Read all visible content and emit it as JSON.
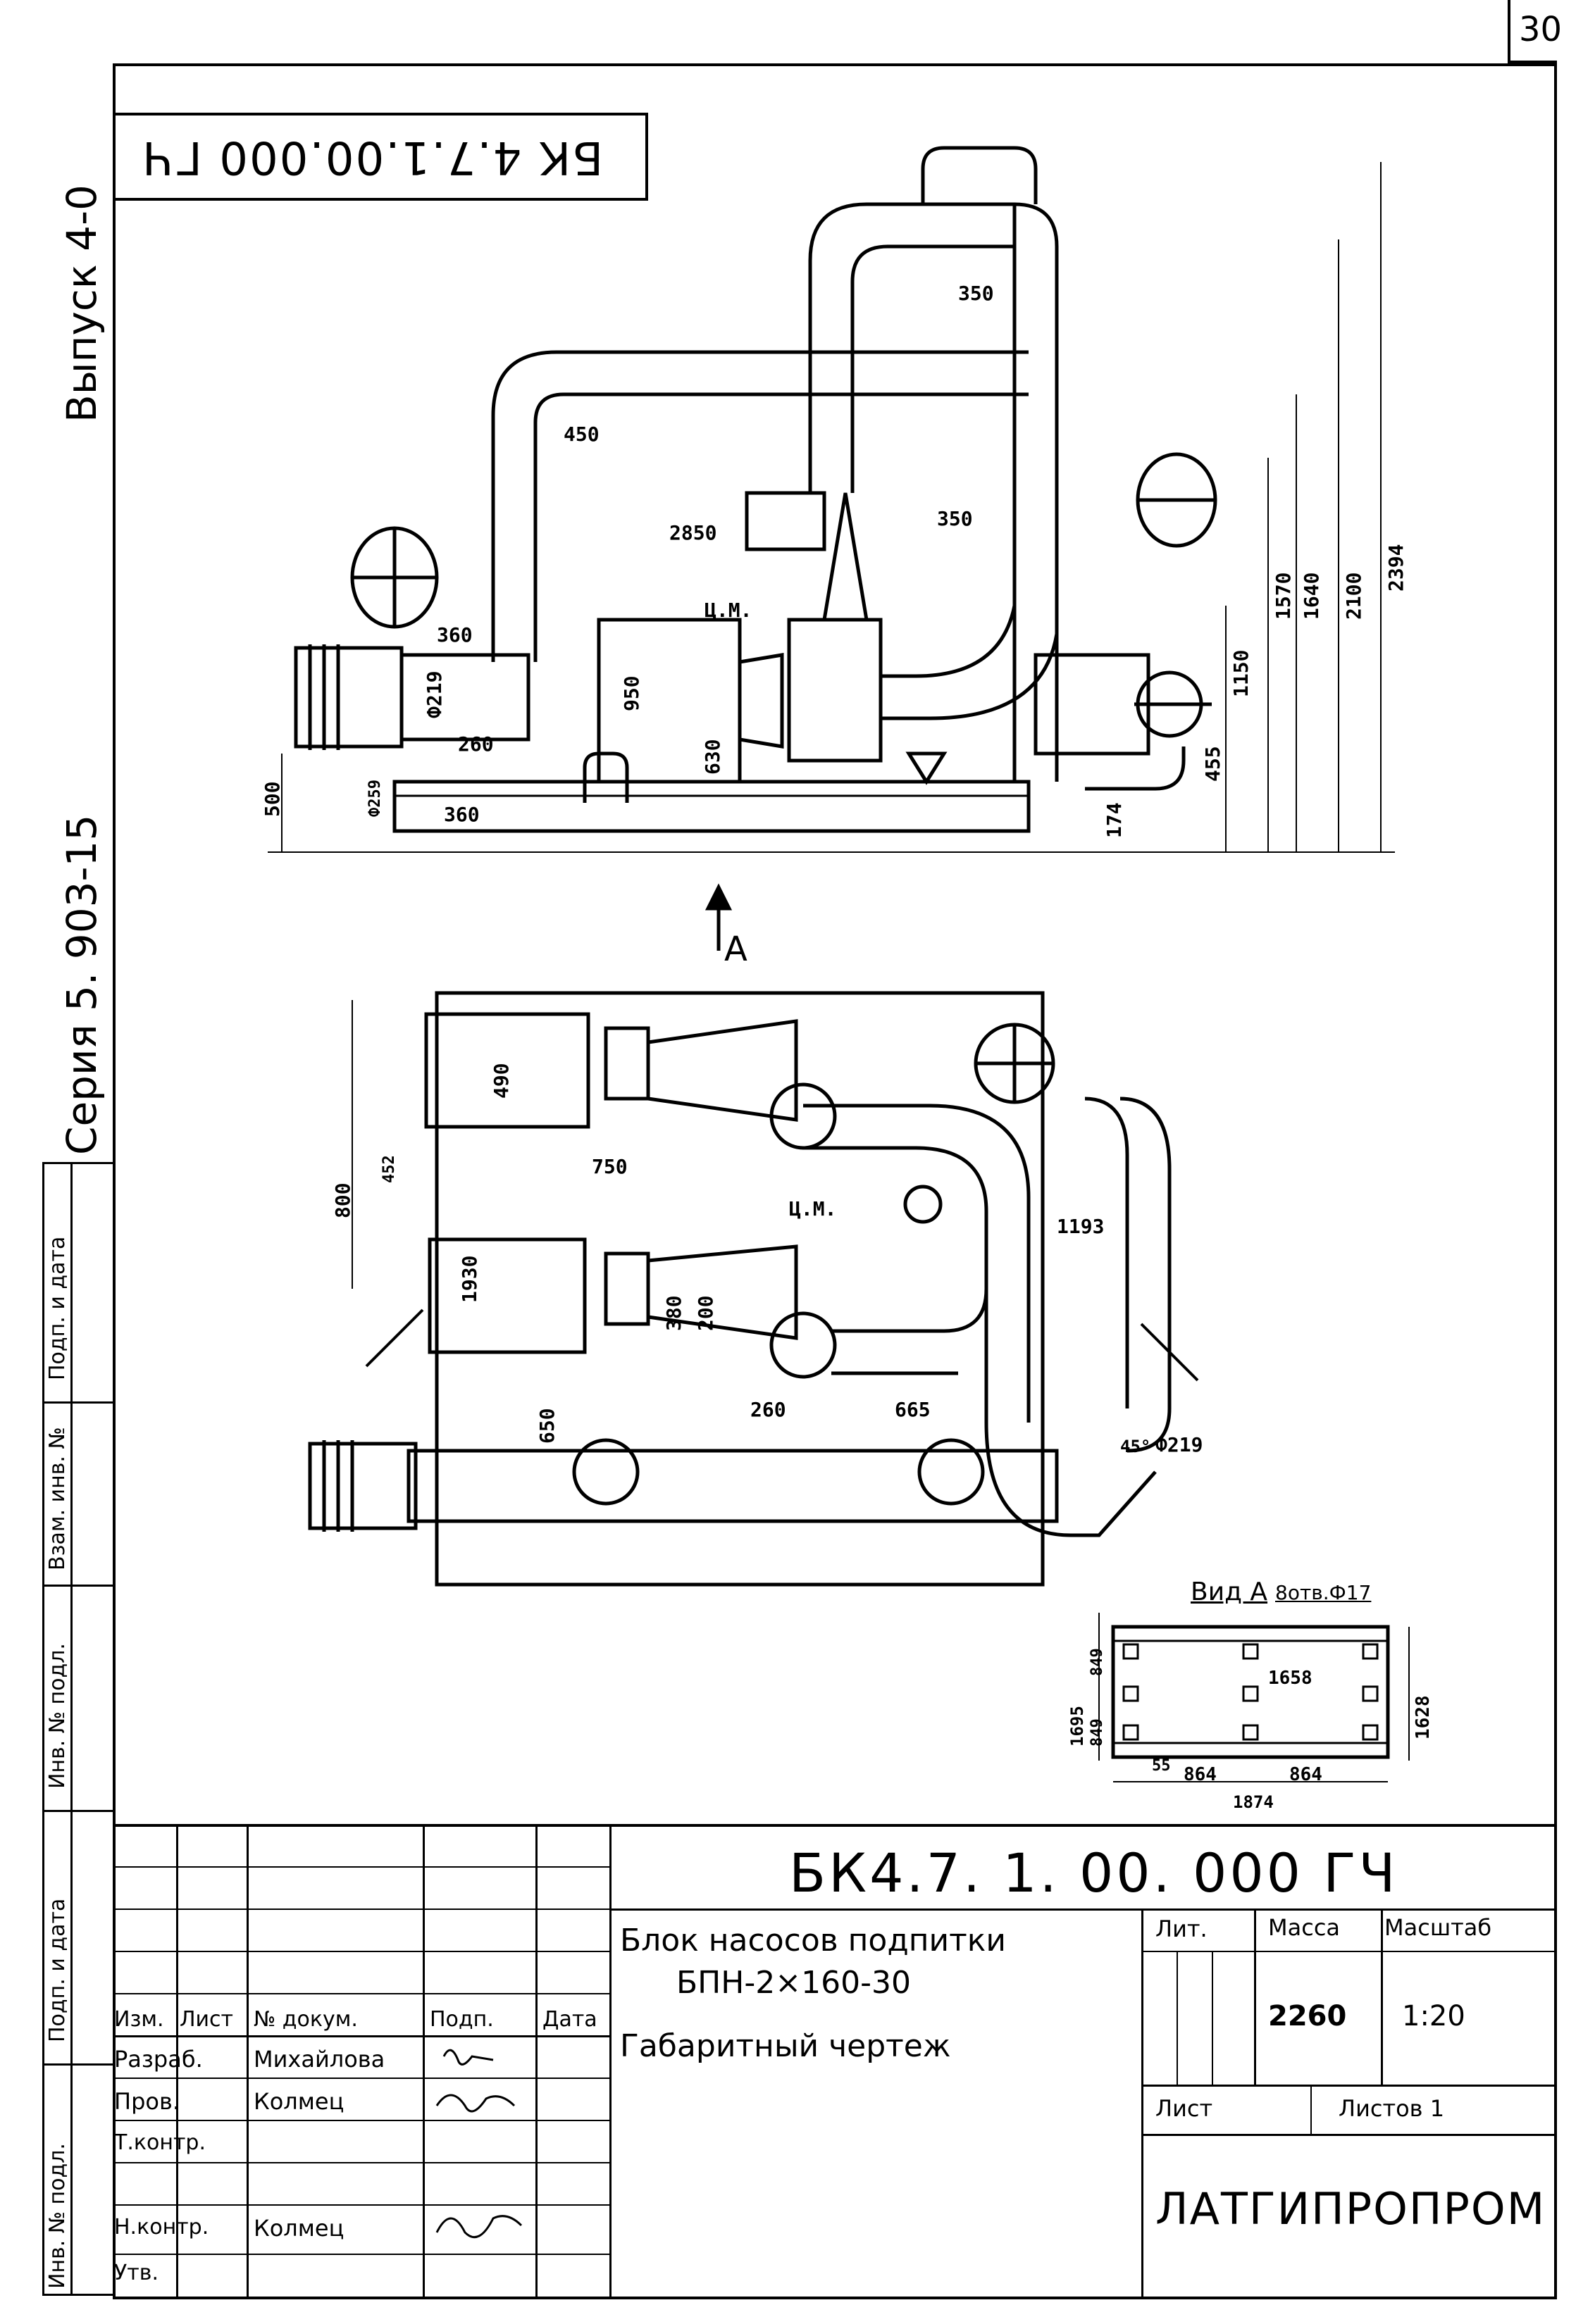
{
  "sheet_number": "30",
  "stamp_code": "БК 4.7.1.00.000 ГЧ",
  "margin": {
    "series": "Серия 5. 903-15",
    "issue": "Выпуск 4-0",
    "stub_labels": [
      "Подп. и дата",
      "Взам. инв. №",
      "Инв. № подл.",
      "Подп. и дата",
      "Инв. № подл."
    ]
  },
  "views": {
    "section_marker": "A",
    "elevation_dims": [
      "350",
      "450",
      "2850",
      "350",
      "Ц.М.",
      "360",
      "Ф219",
      "950",
      "260",
      "630",
      "Ф259",
      "360",
      "500",
      "174",
      "455",
      "1150",
      "1570",
      "1640",
      "2100",
      "2394"
    ],
    "plan_dims": [
      "490",
      "452",
      "800",
      "750",
      "Ц.М.",
      "1193",
      "1930",
      "380",
      "200",
      "650",
      "260",
      "665",
      "45°",
      "Ф219"
    ],
    "view_a": {
      "title": "Вид А",
      "holes": "8отв.Ф17",
      "dims": [
        "1658",
        "1628",
        "1695",
        "849",
        "849",
        "55",
        "864",
        "864",
        "1874"
      ]
    }
  },
  "title_block": {
    "doc_code": "БК4.7. 1. 00. 000 ГЧ",
    "headers": [
      "Изм.",
      "Лист",
      "№ докум.",
      "Подп.",
      "Дата"
    ],
    "roles": [
      {
        "role": "Разраб.",
        "name": "Михайлова"
      },
      {
        "role": "Пров.",
        "name": "Колмец"
      },
      {
        "role": "Т.контр.",
        "name": ""
      },
      {
        "role": "Н.контр.",
        "name": "Колмец"
      },
      {
        "role": "Утв.",
        "name": ""
      }
    ],
    "product_line1": "Блок насосов подпитки",
    "product_line2": "БПН-2×160-30",
    "drawing_type": "Габаритный чертеж",
    "lit_label": "Лит.",
    "mass_label": "Масса",
    "mass_value": "2260",
    "scale_label": "Масштаб",
    "scale_value": "1:20",
    "sheet_label": "Лист",
    "sheets_label": "Листов 1",
    "organization": "ЛАТГИПРОПРОМ"
  }
}
